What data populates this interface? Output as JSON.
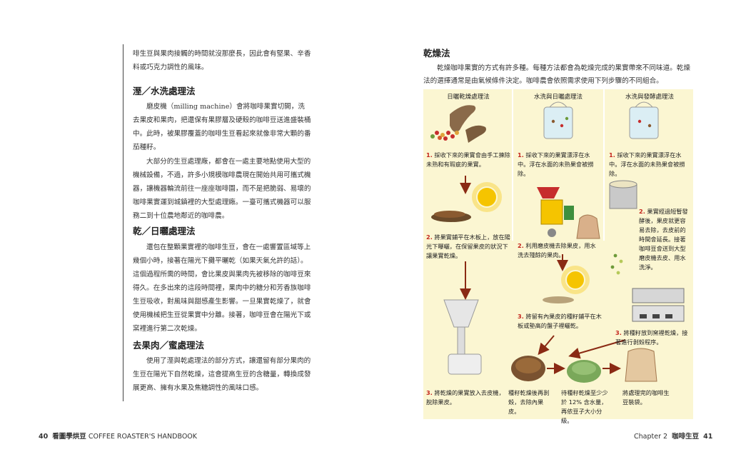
{
  "left_page": {
    "intro": "啡生豆與果肉接觸的時間就沒那麼長，因此會有堅果、辛香料或巧克力調性的風味。",
    "wash": {
      "title": "溼／水洗處理法",
      "p1": "磨皮機（milling machine）會將咖啡果實切開，洗去果皮和果肉，把還保有果膠層及硬殼的咖啡豆送進盛裝桶中。此時，被果膠覆蓋的咖啡生豆看起來就像非常大顆的番茄種籽。",
      "p2": "大部分的生豆處理廠，都會在一處主要地點使用大型的機械設備，不過，許多小規模咖啡農現在開始共用可攜式機器，讓機器輪流前往一座座咖啡園，而不是把脆弱、易壞的咖啡果實運到城鎮裡的大型處理廠。一臺可攜式機器可以服務二到十位農地鄰近的咖啡農。"
    },
    "dry": {
      "title": "乾／日曬處理法",
      "p1": "還包在整顆果實裡的咖啡生豆，會在一處響置區域等上幾個小時，接著在陽光下攤平曬乾（如果天氣允許的話）。這個過程所需的時間，會比果皮與果肉先被移除的咖啡豆來得久。在多出來的這段時間裡，果肉中的糖分和芳香族咖啡生豆吸收，對風味與甜感產生影響。一旦果實乾燥了，就會使用機械把生豆從果實中分離。接著，咖啡豆會在陽光下或窯裡進行第二次乾燥。"
    },
    "pulp": {
      "title": "去果肉／蜜處理法",
      "p1": "使用了溼與乾處理法的部分方式，讓還留有部分果肉的生豆在陽光下自然乾燥，這會提高生豆的含糖量，轉換成發展更高、擁有水果及焦糖調性的風味口感。"
    }
  },
  "footer": {
    "left_page_no": "40",
    "left_title": "看圖學烘豆",
    "left_title_en": "COFFEE ROASTER'S HANDBOOK",
    "right_chapter": "Chapter 2",
    "right_title": "咖啡生豆",
    "right_page_no": "41"
  },
  "right_page": {
    "title": "乾燥法",
    "intro": "乾燥咖啡果實的方式有許多種。每種方法都會為乾燥完成的果實帶來不同味道。乾燥法的選擇通常是由氣候條件決定。咖啡農會依照需求使用下列步驟的不同組合。",
    "columns": [
      "日曬乾燥處理法",
      "水洗與日曬處理法",
      "水洗與發酵處理法"
    ],
    "steps": {
      "c1_1": {
        "num": "1.",
        "text": "採收下來的果實會由手工揀除未熟和有瑕疵的果實。"
      },
      "c1_2": {
        "num": "2.",
        "text": "將果實鋪平在木板上，放在陽光下曝曬，在保留果皮的狀況下讓果實乾燥。"
      },
      "c1_3": {
        "num": "3.",
        "text": "將乾燥的果實放入去皮機，脫除果皮。"
      },
      "c2_1": {
        "num": "1.",
        "text": "採收下來的果實漂浮在水中。浮在水面的未熟果會被撈除。"
      },
      "c2_2": {
        "num": "2.",
        "text": "利用磨皮機去除果皮，用水洗去殘餘的果肉。"
      },
      "c2_3": {
        "num": "3.",
        "text": "將留有內果皮的種籽鋪平在木板或墊高的盤子裡曬乾。"
      },
      "c3_1": {
        "num": "1.",
        "text": "採收下來的果實漂浮在水中。浮在水面的未熟果會被撈除。"
      },
      "c3_2": {
        "num": "2.",
        "text": "果實經過短暫發酵後，果皮就更容易去除，去皮前的時間會延長。接著咖啡豆會送到大型磨皮機去皮、用水洗淨。"
      },
      "c3_3": {
        "num": "3.",
        "text": "將種籽放到窯裡乾燥，接著進行剝殼程序。"
      }
    },
    "bottom": {
      "b2": "種籽乾燥後再剝殼，去除內果皮。",
      "b3": "待種籽乾燥至少少於 12% 含水量，再依豆子大小分級。",
      "b4": "將處理完的咖啡生豆裝袋。"
    },
    "colors": {
      "panel": "#fbf6d2",
      "step_num": "#c4261d",
      "arrow": "#8a2a14",
      "sun": "#f5c400"
    }
  }
}
